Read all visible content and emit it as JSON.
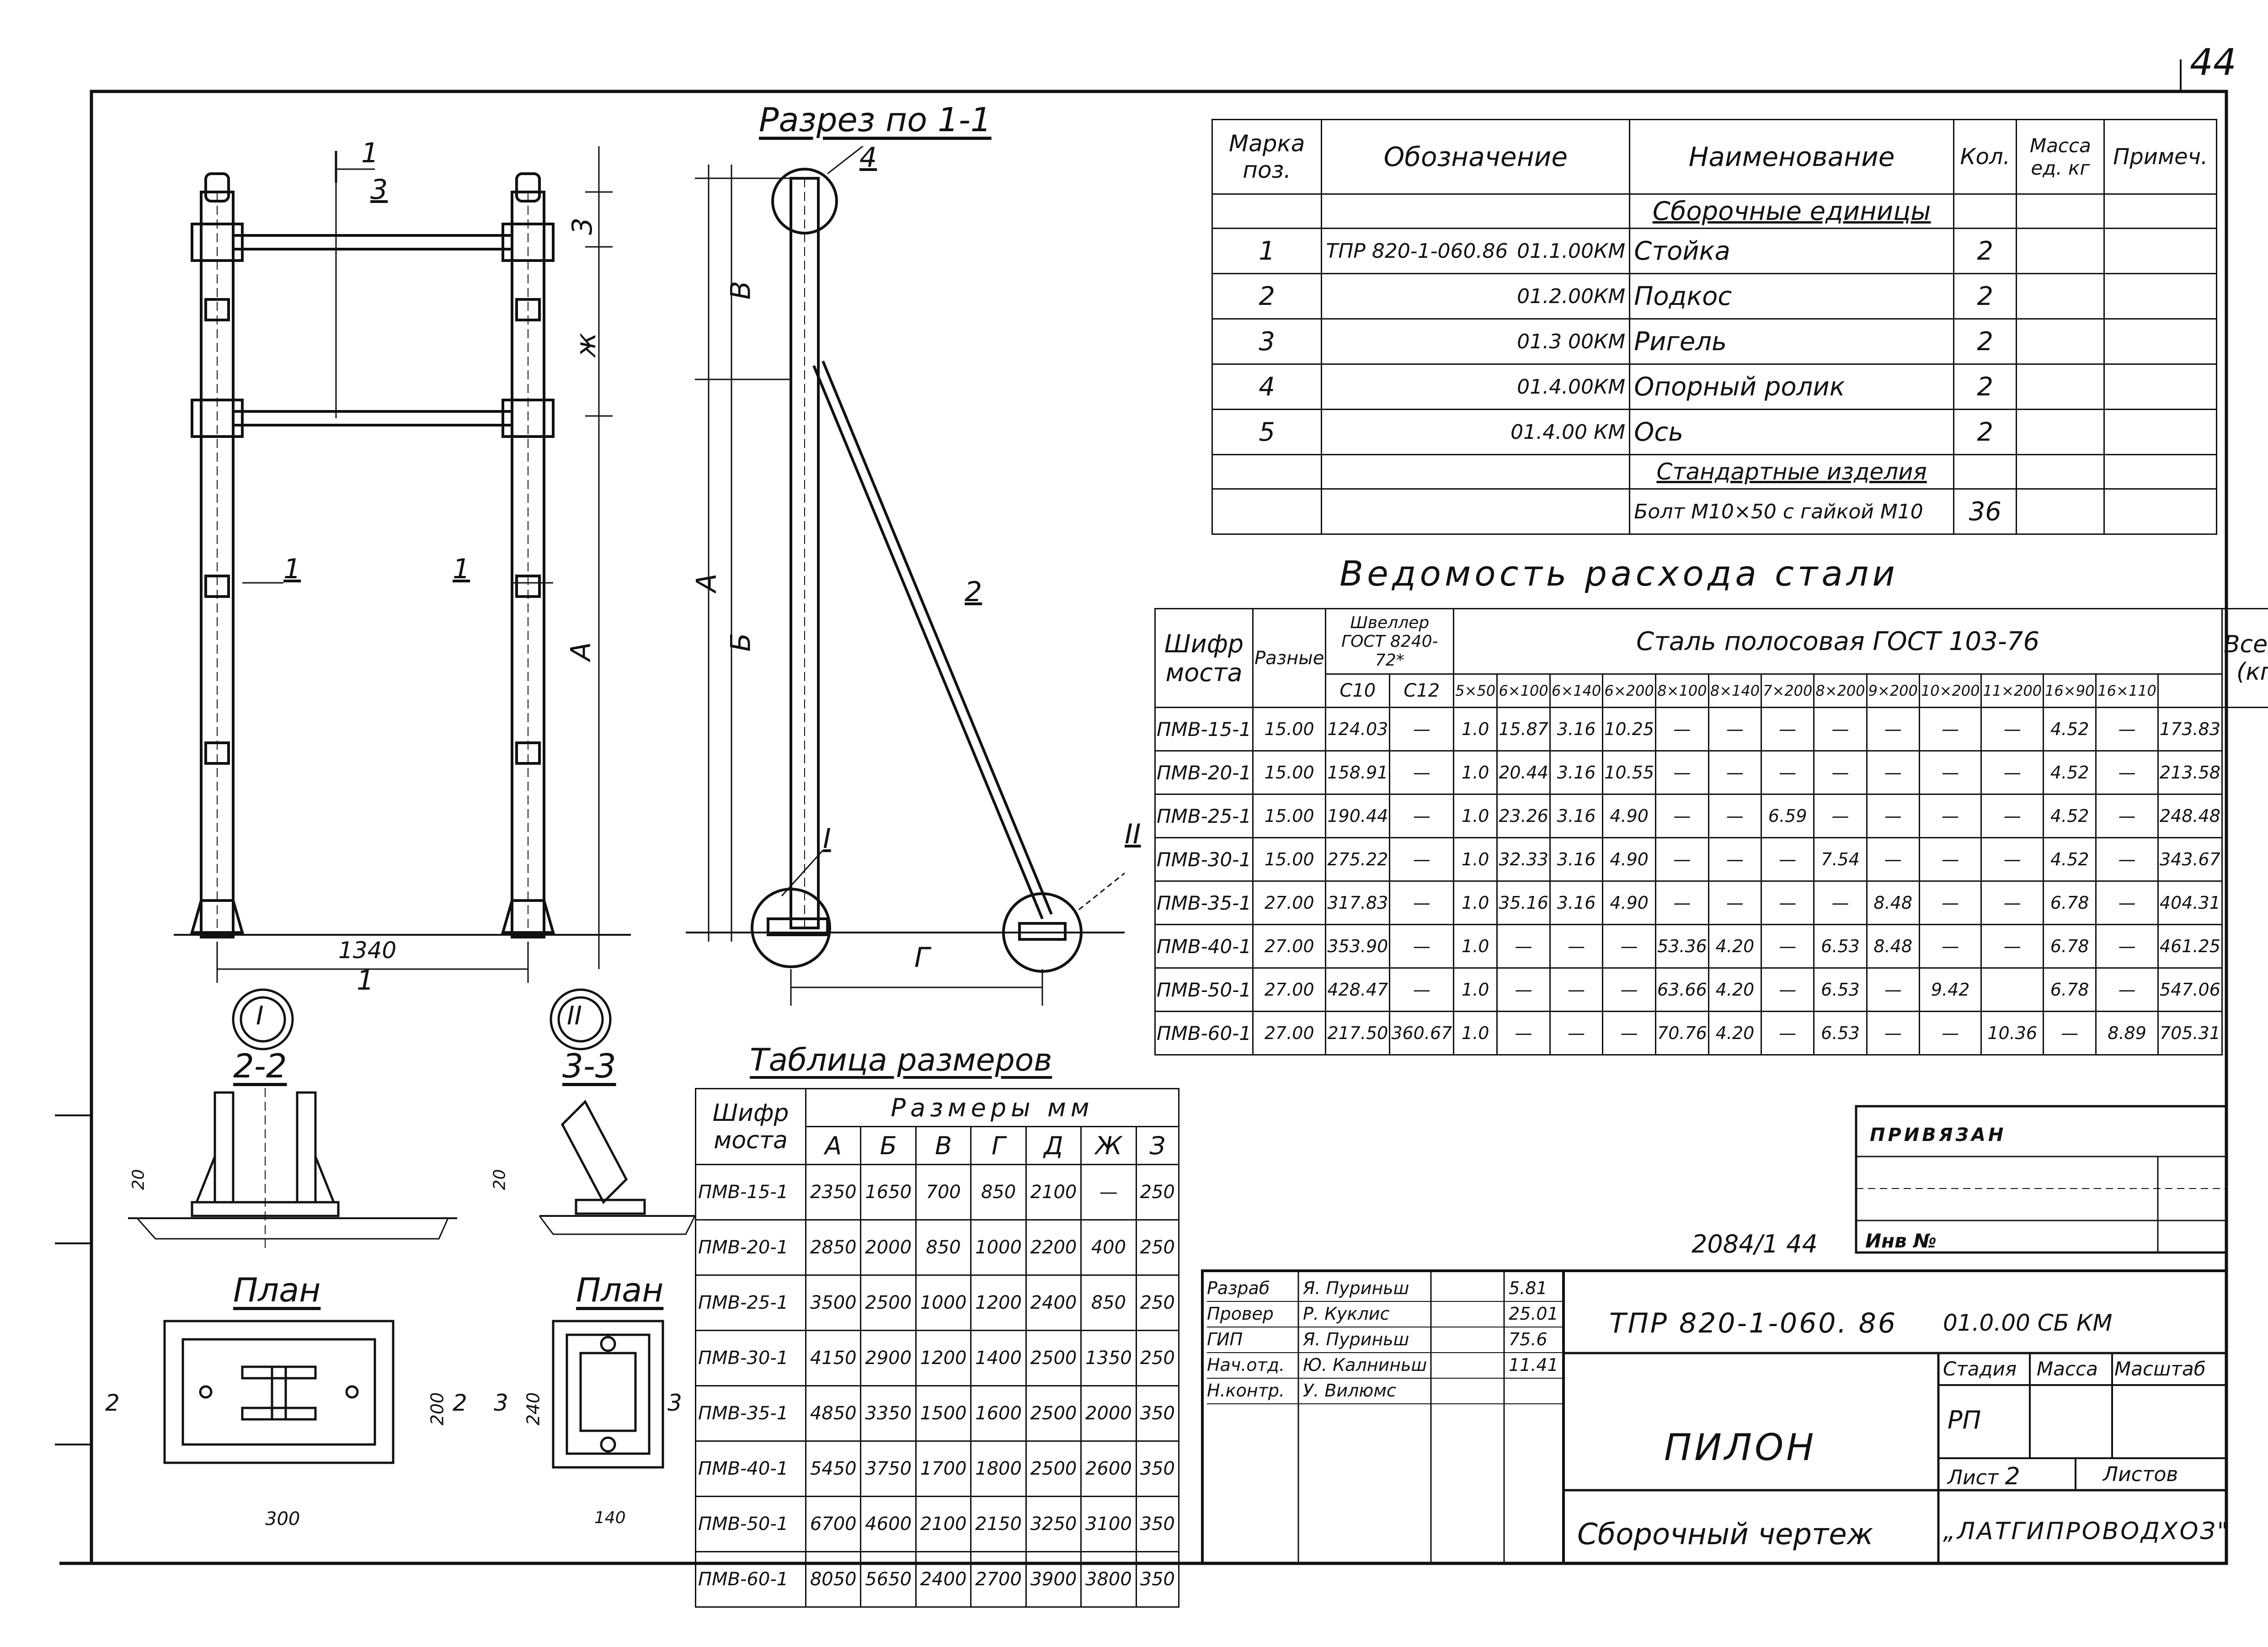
{
  "sheet_number": "44",
  "drawing": {
    "section_title": "Разрез по 1-1",
    "plan_label": "План",
    "section_22": "2-2",
    "section_33": "3-3",
    "callout_1": "I",
    "callout_2": "II",
    "dim_1340": "1340",
    "dim_a": "А",
    "dim_zh": "ж",
    "dim_3": "3",
    "dim_v": "В",
    "dim_b": "Б",
    "dim_g": "Г",
    "pos_1": "1",
    "pos_2": "2",
    "pos_3": "3",
    "pos_4": "4",
    "cut_1": "1",
    "cut_2": "2",
    "cut_3": "3",
    "dim_20": "20",
    "dim_200": "200",
    "dim_300": "300",
    "dim_240": "240",
    "dim_140": "140"
  },
  "spec_table": {
    "headers": [
      "Марка поз.",
      "Обозначение",
      "Наименование",
      "Кол.",
      "Масса ед. кг",
      "Примеч."
    ],
    "group1": "Сборочные единицы",
    "rows": [
      {
        "pos": "1",
        "code": "ТПР 820-1-060.86",
        "code2": "01.1.00КМ",
        "name": "Стойка",
        "qty": "2"
      },
      {
        "pos": "2",
        "code": "",
        "code2": "01.2.00КМ",
        "name": "Подкос",
        "qty": "2"
      },
      {
        "pos": "3",
        "code": "",
        "code2": "01.3 00КМ",
        "name": "Ригель",
        "qty": "2"
      },
      {
        "pos": "4",
        "code": "",
        "code2": "01.4.00КМ",
        "name": "Опорный ролик",
        "qty": "2"
      },
      {
        "pos": "5",
        "code": "",
        "code2": "01.4.00 КМ",
        "name": "Ось",
        "qty": "2"
      }
    ],
    "group2": "Стандартные изделия",
    "bolt": {
      "name": "Болт М10×50 с гайкой М10",
      "qty": "36"
    }
  },
  "steel_table": {
    "title": "Ведомость расхода стали",
    "h_code": "Шифр моста",
    "h_raz": "Разные",
    "h_channel": "Швеллер ГОСТ 8240-72*",
    "h_strip": "Сталь полосовая ГОСТ 103-76",
    "h_total": "Всего (кг)",
    "cols": [
      "С10",
      "С12",
      "5×50",
      "6×100",
      "6×140",
      "6×200",
      "8×100",
      "8×140",
      "7×200",
      "8×200",
      "9×200",
      "10×200",
      "11×200",
      "16×90",
      "16×110"
    ],
    "rows": [
      [
        "ПМВ-15-1",
        "15.00",
        "124.03",
        "—",
        "1.0",
        "15.87",
        "3.16",
        "10.25",
        "—",
        "—",
        "—",
        "—",
        "—",
        "—",
        "—",
        "4.52",
        "—",
        "173.83"
      ],
      [
        "ПМВ-20-1",
        "15.00",
        "158.91",
        "—",
        "1.0",
        "20.44",
        "3.16",
        "10.55",
        "—",
        "—",
        "—",
        "—",
        "—",
        "—",
        "—",
        "4.52",
        "—",
        "213.58"
      ],
      [
        "ПМВ-25-1",
        "15.00",
        "190.44",
        "—",
        "1.0",
        "23.26",
        "3.16",
        "4.90",
        "—",
        "—",
        "6.59",
        "—",
        "—",
        "—",
        "—",
        "4.52",
        "—",
        "248.48"
      ],
      [
        "ПМВ-30-1",
        "15.00",
        "275.22",
        "—",
        "1.0",
        "32.33",
        "3.16",
        "4.90",
        "—",
        "—",
        "—",
        "7.54",
        "—",
        "—",
        "—",
        "4.52",
        "—",
        "343.67"
      ],
      [
        "ПМВ-35-1",
        "27.00",
        "317.83",
        "—",
        "1.0",
        "35.16",
        "3.16",
        "4.90",
        "—",
        "—",
        "—",
        "—",
        "8.48",
        "—",
        "—",
        "6.78",
        "—",
        "404.31"
      ],
      [
        "ПМВ-40-1",
        "27.00",
        "353.90",
        "—",
        "1.0",
        "—",
        "—",
        "—",
        "53.36",
        "4.20",
        "—",
        "6.53",
        "8.48",
        "—",
        "—",
        "6.78",
        "—",
        "461.25"
      ],
      [
        "ПМВ-50-1",
        "27.00",
        "428.47",
        "—",
        "1.0",
        "—",
        "—",
        "—",
        "63.66",
        "4.20",
        "—",
        "6.53",
        "—",
        "9.42",
        "",
        "6.78",
        "—",
        "547.06"
      ],
      [
        "ПМВ-60-1",
        "27.00",
        "217.50",
        "360.67",
        "1.0",
        "—",
        "—",
        "—",
        "70.76",
        "4.20",
        "—",
        "6.53",
        "—",
        "—",
        "10.36",
        "—",
        "8.89",
        "705.31"
      ]
    ]
  },
  "dims_table": {
    "title": "Таблица размеров",
    "h_code": "Шифр моста",
    "h_sizes": "Размеры мм",
    "cols": [
      "А",
      "Б",
      "В",
      "Г",
      "Д",
      "Ж",
      "З"
    ],
    "rows": [
      [
        "ПМВ-15-1",
        "2350",
        "1650",
        "700",
        "850",
        "2100",
        "—",
        "250"
      ],
      [
        "ПМВ-20-1",
        "2850",
        "2000",
        "850",
        "1000",
        "2200",
        "400",
        "250"
      ],
      [
        "ПМВ-25-1",
        "3500",
        "2500",
        "1000",
        "1200",
        "2400",
        "850",
        "250"
      ],
      [
        "ПМВ-30-1",
        "4150",
        "2900",
        "1200",
        "1400",
        "2500",
        "1350",
        "250"
      ],
      [
        "ПМВ-35-1",
        "4850",
        "3350",
        "1500",
        "1600",
        "2500",
        "2000",
        "350"
      ],
      [
        "ПМВ-40-1",
        "5450",
        "3750",
        "1700",
        "1800",
        "2500",
        "2600",
        "350"
      ],
      [
        "ПМВ-50-1",
        "6700",
        "4600",
        "2100",
        "2150",
        "3250",
        "3100",
        "350"
      ],
      [
        "ПМВ-60-1",
        "8050",
        "5650",
        "2400",
        "2700",
        "3900",
        "3800",
        "350"
      ]
    ]
  },
  "title_block": {
    "attached": "ПРИВЯЗАН",
    "inv_handwritten": "2084/1 44",
    "inv_label": "Инв №",
    "code": "ТПР 820-1-060. 86",
    "code2": "01.0.00 СБ КМ",
    "stage_h": "Стадия",
    "mass_h": "Масса",
    "scale_h": "Масштаб",
    "stage": "РП",
    "sheet_label": "Лист",
    "sheet_no": "2",
    "sheets_label": "Листов",
    "object": "ПИЛОН",
    "doc_type": "Сборочный чертеж",
    "org": "„ЛАТГИПРОВОДХОЗ\"",
    "roles": [
      {
        "role": "Разраб",
        "name": "Я. Пуриньш",
        "date": "5.81"
      },
      {
        "role": "Провер",
        "name": "Р. Куклис",
        "date": "25.01"
      },
      {
        "role": "ГИП",
        "name": "Я. Пуриньш",
        "date": "75.6"
      },
      {
        "role": "Нач.отд.",
        "name": "Ю. Калниньш",
        "date": "11.41"
      },
      {
        "role": "Н.контр.",
        "name": "У. Вилюмс",
        "date": ""
      }
    ]
  }
}
